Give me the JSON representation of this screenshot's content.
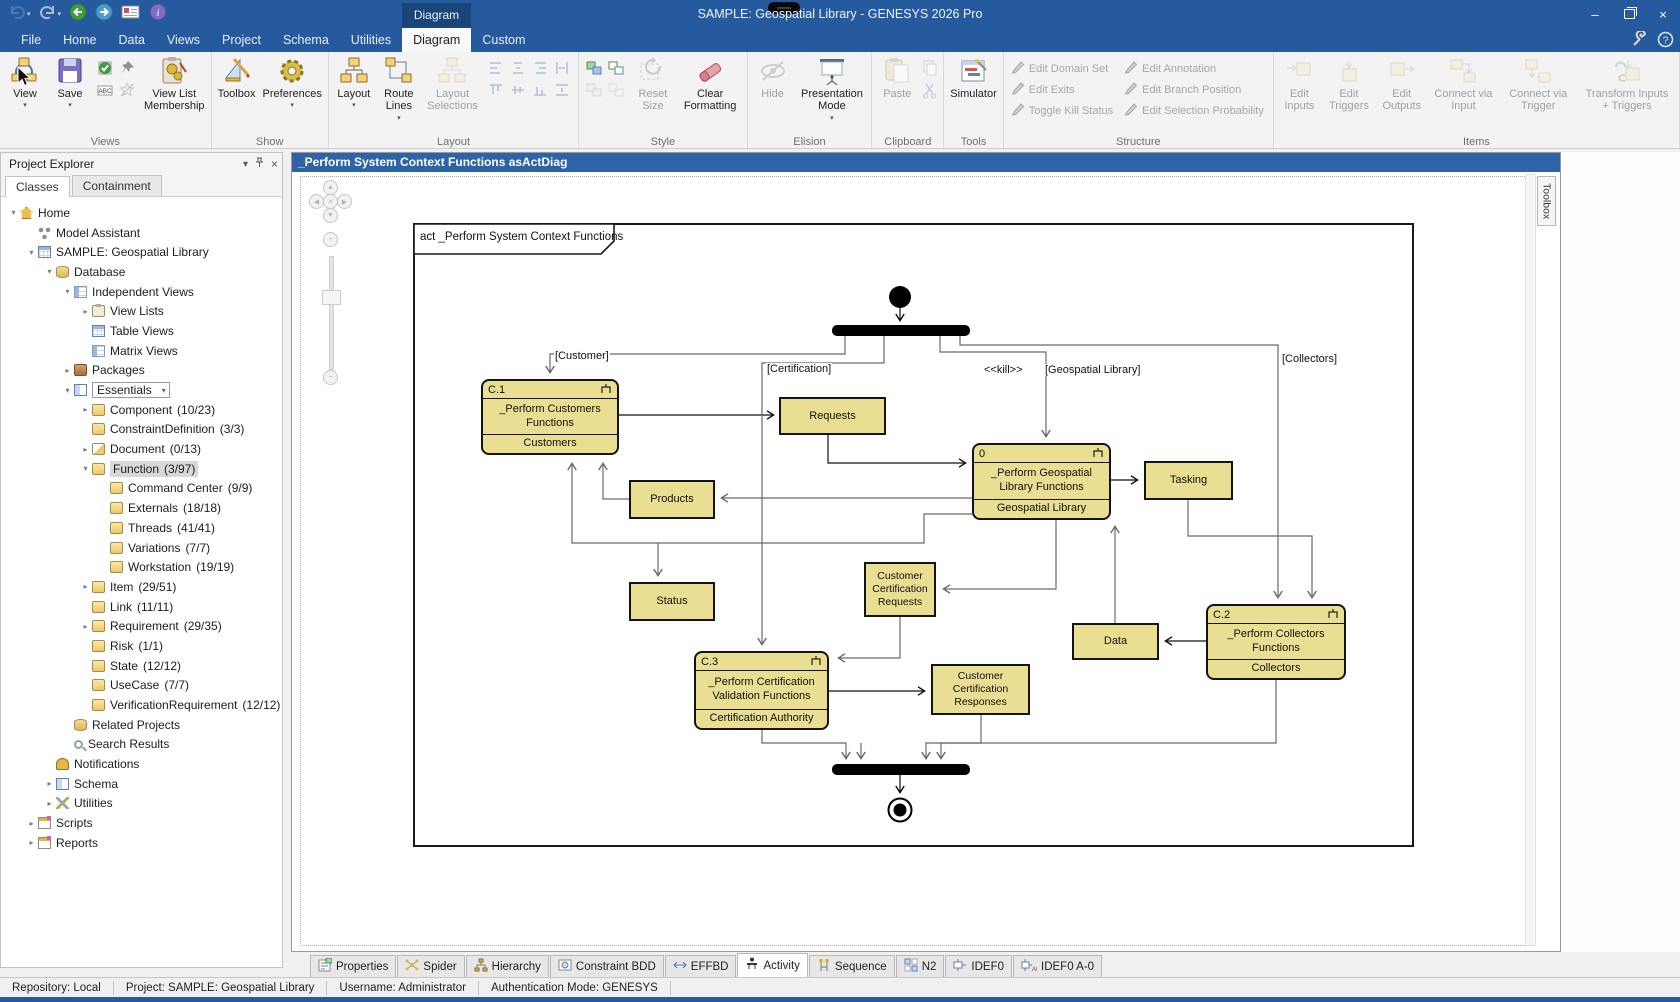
{
  "window": {
    "title": "SAMPLE: Geospatial Library - GENESYS 2026 Pro",
    "controls": [
      {
        "name": "minimize",
        "glyph": "minimize"
      },
      {
        "name": "restore",
        "glyph": "restore"
      },
      {
        "name": "close",
        "glyph": "close"
      }
    ]
  },
  "quick_access": [
    {
      "name": "undo",
      "dropdown": true
    },
    {
      "name": "redo",
      "dropdown": true
    },
    {
      "name": "back",
      "dropdown": false
    },
    {
      "name": "forward",
      "dropdown": false
    },
    {
      "name": "user-card",
      "dropdown": false
    },
    {
      "name": "about",
      "dropdown": false
    }
  ],
  "contextual_tab_header": "Diagram",
  "ribbon_tabs": [
    {
      "label": "File",
      "active": false
    },
    {
      "label": "Home",
      "active": false
    },
    {
      "label": "Data",
      "active": false
    },
    {
      "label": "Views",
      "active": false
    },
    {
      "label": "Project",
      "active": false
    },
    {
      "label": "Schema",
      "active": false
    },
    {
      "label": "Utilities",
      "active": false
    },
    {
      "label": "Diagram",
      "active": true
    },
    {
      "label": "Custom",
      "active": false
    }
  ],
  "titlebar_tools": [
    "customize",
    "help"
  ],
  "ribbon_groups": [
    {
      "label": "Views",
      "buttons": [
        {
          "type": "big",
          "label": "View",
          "icon": "view",
          "dropdown": true,
          "disabled": false
        },
        {
          "type": "big",
          "label": "Save",
          "icon": "save",
          "dropdown": true,
          "disabled": false
        },
        {
          "type": "smallgrid",
          "cols": 2,
          "icons": [
            {
              "name": "view-check",
              "disabled": false
            },
            {
              "name": "pin",
              "disabled": false
            },
            {
              "name": "rename",
              "disabled": false
            },
            {
              "name": "star-off",
              "disabled": true
            }
          ]
        },
        {
          "type": "big",
          "label": "View List Membership",
          "icon": "membership",
          "dropdown": false,
          "disabled": false
        }
      ]
    },
    {
      "label": "Show",
      "buttons": [
        {
          "type": "big",
          "label": "Toolbox",
          "icon": "toolbox",
          "dropdown": false,
          "disabled": false
        },
        {
          "type": "big",
          "label": "Preferences",
          "icon": "preferences",
          "dropdown": true,
          "disabled": false
        }
      ]
    },
    {
      "label": "Layout",
      "buttons": [
        {
          "type": "big",
          "label": "Layout",
          "icon": "layout",
          "dropdown": true,
          "disabled": false
        },
        {
          "type": "big",
          "label": "Route Lines",
          "icon": "route-lines",
          "dropdown": true,
          "disabled": false
        },
        {
          "type": "big",
          "label": "Layout Selections",
          "icon": "layout-selections",
          "dropdown": false,
          "disabled": true
        },
        {
          "type": "smallgrid",
          "cols": 4,
          "icons": [
            {
              "name": "align-left",
              "disabled": true
            },
            {
              "name": "align-center",
              "disabled": true
            },
            {
              "name": "align-right",
              "disabled": true
            },
            {
              "name": "distribute-h",
              "disabled": true
            },
            {
              "name": "align-top",
              "disabled": true
            },
            {
              "name": "align-middle",
              "disabled": true
            },
            {
              "name": "align-bottom",
              "disabled": true
            },
            {
              "name": "distribute-v",
              "disabled": true
            }
          ]
        }
      ]
    },
    {
      "label": "Style",
      "buttons": [
        {
          "type": "smallgrid",
          "cols": 2,
          "icons": [
            {
              "name": "style-fill",
              "disabled": false
            },
            {
              "name": "style-line",
              "disabled": false
            },
            {
              "name": "style-fill-off",
              "disabled": true
            },
            {
              "name": "style-line-off",
              "disabled": true
            }
          ]
        },
        {
          "type": "big",
          "label": "Reset Size",
          "icon": "reset-size",
          "dropdown": false,
          "disabled": true
        },
        {
          "type": "big",
          "label": "Clear Formatting",
          "icon": "clear-formatting",
          "dropdown": false,
          "disabled": false
        }
      ]
    },
    {
      "label": "Elision",
      "buttons": [
        {
          "type": "big",
          "label": "Hide",
          "icon": "hide",
          "dropdown": false,
          "disabled": true
        },
        {
          "type": "big",
          "label": "Presentation Mode",
          "icon": "presentation",
          "dropdown": true,
          "disabled": false
        }
      ]
    },
    {
      "label": "Clipboard",
      "buttons": [
        {
          "type": "big",
          "label": "Paste",
          "icon": "paste",
          "dropdown": false,
          "disabled": true
        },
        {
          "type": "smallcol",
          "icons": [
            {
              "name": "copy",
              "disabled": true
            },
            {
              "name": "cut",
              "disabled": true
            }
          ]
        }
      ]
    },
    {
      "label": "Tools",
      "buttons": [
        {
          "type": "big",
          "label": "Simulator",
          "icon": "simulator",
          "dropdown": false,
          "disabled": false
        }
      ]
    },
    {
      "label": "Structure",
      "buttons": [
        {
          "type": "textcol",
          "items": [
            {
              "label": "Edit Domain Set",
              "icon": "edit-domain",
              "disabled": true
            },
            {
              "label": "Edit Exits",
              "icon": "edit-exits",
              "disabled": true
            },
            {
              "label": "Toggle Kill Status",
              "icon": "toggle-kill",
              "disabled": true
            }
          ]
        },
        {
          "type": "textcol",
          "items": [
            {
              "label": "Edit Annotation",
              "icon": "edit-annotation",
              "disabled": true
            },
            {
              "label": "Edit Branch Position",
              "icon": "edit-branch",
              "disabled": true
            },
            {
              "label": "Edit Selection Probability",
              "icon": "edit-selection",
              "disabled": true
            }
          ]
        }
      ]
    },
    {
      "label": "Items",
      "buttons": [
        {
          "type": "big",
          "label": "Edit Inputs",
          "icon": "item-input",
          "dropdown": false,
          "disabled": true
        },
        {
          "type": "big",
          "label": "Edit Triggers",
          "icon": "item-trigger",
          "dropdown": false,
          "disabled": true
        },
        {
          "type": "big",
          "label": "Edit Outputs",
          "icon": "item-output",
          "dropdown": false,
          "disabled": true
        },
        {
          "type": "big",
          "label": "Connect via Input",
          "icon": "connect-input",
          "dropdown": false,
          "disabled": true
        },
        {
          "type": "big",
          "label": "Connect via Trigger",
          "icon": "connect-trigger",
          "dropdown": false,
          "disabled": true
        },
        {
          "type": "big",
          "label": "Transform Inputs + Triggers",
          "icon": "transform",
          "dropdown": false,
          "disabled": true
        }
      ]
    }
  ],
  "explorer": {
    "title": "Project Explorer",
    "header_buttons": [
      "collapse",
      "pin",
      "close"
    ],
    "tabs": [
      {
        "label": "Classes",
        "active": true
      },
      {
        "label": "Containment",
        "active": false
      }
    ],
    "tree": [
      {
        "label": "Home",
        "depth": 0,
        "expand": "open",
        "icon": "home"
      },
      {
        "label": "Model Assistant",
        "depth": 1,
        "expand": null,
        "icon": "ma"
      },
      {
        "label": "SAMPLE: Geospatial Library",
        "depth": 1,
        "expand": "open",
        "icon": "grid"
      },
      {
        "label": "Database",
        "depth": 2,
        "expand": "open",
        "icon": "db"
      },
      {
        "label": "Independent Views",
        "depth": 3,
        "expand": "open",
        "icon": "grid2"
      },
      {
        "label": "View Lists",
        "depth": 4,
        "expand": "closed",
        "icon": "clip"
      },
      {
        "label": "Table Views",
        "depth": 4,
        "expand": null,
        "icon": "grid"
      },
      {
        "label": "Matrix Views",
        "depth": 4,
        "expand": null,
        "icon": "grid2"
      },
      {
        "label": "Packages",
        "depth": 3,
        "expand": "closed",
        "icon": "pkg"
      },
      {
        "label": "Essentials",
        "depth": 3,
        "expand": "open",
        "icon": "blocks",
        "combo": true
      },
      {
        "label": "Component",
        "count": "(10/23)",
        "depth": 4,
        "expand": "closed",
        "icon": "folder"
      },
      {
        "label": "ConstraintDefinition",
        "count": "(3/3)",
        "depth": 4,
        "expand": null,
        "icon": "folder"
      },
      {
        "label": "Document",
        "count": "(0/13)",
        "depth": 4,
        "expand": "closed",
        "icon": "folder-half"
      },
      {
        "label": "Function",
        "count": "(3/97)",
        "depth": 4,
        "expand": "open",
        "icon": "folder",
        "selected": true
      },
      {
        "label": "Command Center",
        "count": "(9/9)",
        "depth": 5,
        "expand": null,
        "icon": "folder"
      },
      {
        "label": "Externals",
        "count": "(18/18)",
        "depth": 5,
        "expand": null,
        "icon": "folder"
      },
      {
        "label": "Threads",
        "count": "(41/41)",
        "depth": 5,
        "expand": null,
        "icon": "folder"
      },
      {
        "label": "Variations",
        "count": "(7/7)",
        "depth": 5,
        "expand": null,
        "icon": "folder"
      },
      {
        "label": "Workstation",
        "count": "(19/19)",
        "depth": 5,
        "expand": null,
        "icon": "folder"
      },
      {
        "label": "Item",
        "count": "(29/51)",
        "depth": 4,
        "expand": "closed",
        "icon": "folder"
      },
      {
        "label": "Link",
        "count": "(11/11)",
        "depth": 4,
        "expand": null,
        "icon": "folder"
      },
      {
        "label": "Requirement",
        "count": "(29/35)",
        "depth": 4,
        "expand": "closed",
        "icon": "folder"
      },
      {
        "label": "Risk",
        "count": "(1/1)",
        "depth": 4,
        "expand": null,
        "icon": "folder"
      },
      {
        "label": "State",
        "count": "(12/12)",
        "depth": 4,
        "expand": null,
        "icon": "folder"
      },
      {
        "label": "UseCase",
        "count": "(7/7)",
        "depth": 4,
        "expand": null,
        "icon": "folder"
      },
      {
        "label": "VerificationRequirement",
        "count": "(12/12)",
        "depth": 4,
        "expand": null,
        "icon": "folder"
      },
      {
        "label": "Related Projects",
        "depth": 3,
        "expand": null,
        "icon": "db"
      },
      {
        "label": "Search Results",
        "depth": 3,
        "expand": null,
        "icon": "search"
      },
      {
        "label": "Notifications",
        "depth": 2,
        "expand": null,
        "icon": "bell"
      },
      {
        "label": "Schema",
        "depth": 2,
        "expand": "closed",
        "icon": "blocks"
      },
      {
        "label": "Utilities",
        "depth": 2,
        "expand": "closed",
        "icon": "tools"
      },
      {
        "label": "Scripts",
        "depth": 1,
        "expand": "closed",
        "icon": "card"
      },
      {
        "label": "Reports",
        "depth": 1,
        "expand": "closed",
        "icon": "card"
      }
    ]
  },
  "diagram": {
    "title": "_Perform System Context Functions asActDiag",
    "frame_label": "act _Perform System Context Functions",
    "toolbox_tab": "Toolbox",
    "nodes": [
      {
        "id": "c1",
        "kind": "function",
        "number": "C.1",
        "lines": [
          "_Perform Customers",
          "Functions"
        ],
        "allocation": "Customers"
      },
      {
        "id": "f0",
        "kind": "function",
        "number": "0",
        "lines": [
          "_Perform Geospatial",
          "Library Functions"
        ],
        "allocation": "Geospatial Library"
      },
      {
        "id": "c3",
        "kind": "function",
        "number": "C.3",
        "lines": [
          "_Perform Certification",
          "Validation Functions"
        ],
        "allocation": "Certification Authority"
      },
      {
        "id": "c2",
        "kind": "function",
        "number": "C.2",
        "lines": [
          "_Perform Collectors",
          "Functions"
        ],
        "allocation": "Collectors"
      },
      {
        "id": "requests",
        "kind": "item",
        "lines": [
          "Requests"
        ]
      },
      {
        "id": "tasking",
        "kind": "item",
        "lines": [
          "Tasking"
        ]
      },
      {
        "id": "products",
        "kind": "item",
        "lines": [
          "Products"
        ]
      },
      {
        "id": "ccreq",
        "kind": "item",
        "lines": [
          "Customer",
          "Certification",
          "Requests"
        ]
      },
      {
        "id": "status",
        "kind": "item",
        "lines": [
          "Status"
        ]
      },
      {
        "id": "ccresp",
        "kind": "item",
        "lines": [
          "Customer",
          "Certification",
          "Responses"
        ]
      },
      {
        "id": "data",
        "kind": "item",
        "lines": [
          "Data"
        ]
      }
    ],
    "edge_labels": [
      {
        "id": "customer",
        "text": "[Customer]"
      },
      {
        "id": "certification",
        "text": "[Certification]"
      },
      {
        "id": "kill",
        "text": "<<kill>>"
      },
      {
        "id": "geospatial",
        "text": "[Geospatial Library]"
      },
      {
        "id": "collectors",
        "text": "[Collectors]"
      }
    ]
  },
  "bottom_tabs": [
    {
      "label": "Properties",
      "icon": "properties",
      "active": false
    },
    {
      "label": "Spider",
      "icon": "spider",
      "active": false
    },
    {
      "label": "Hierarchy",
      "icon": "hierarchy",
      "active": false
    },
    {
      "label": "Constraint BDD",
      "icon": "constraint-bdd",
      "active": false
    },
    {
      "label": "EFFBD",
      "icon": "effbd",
      "active": false
    },
    {
      "label": "Activity",
      "icon": "activity",
      "active": true
    },
    {
      "label": "Sequence",
      "icon": "sequence",
      "active": false
    },
    {
      "label": "N2",
      "icon": "n2",
      "active": false
    },
    {
      "label": "IDEF0",
      "icon": "idef0",
      "active": false
    },
    {
      "label": "IDEF0 A-0",
      "icon": "idef0-a0",
      "active": false
    }
  ],
  "statusbar": [
    {
      "label": "Repository: Local"
    },
    {
      "label": "Project: SAMPLE: Geospatial Library"
    },
    {
      "label": "Username: Administrator"
    },
    {
      "label": "Authentication Mode: GENESYS"
    }
  ],
  "colors": {
    "titlebar_blue": "#265a9e",
    "panel_title_blue": "#2e63a6",
    "node_yellow": "#eade92",
    "edge_gray": "#6b6b6b"
  }
}
